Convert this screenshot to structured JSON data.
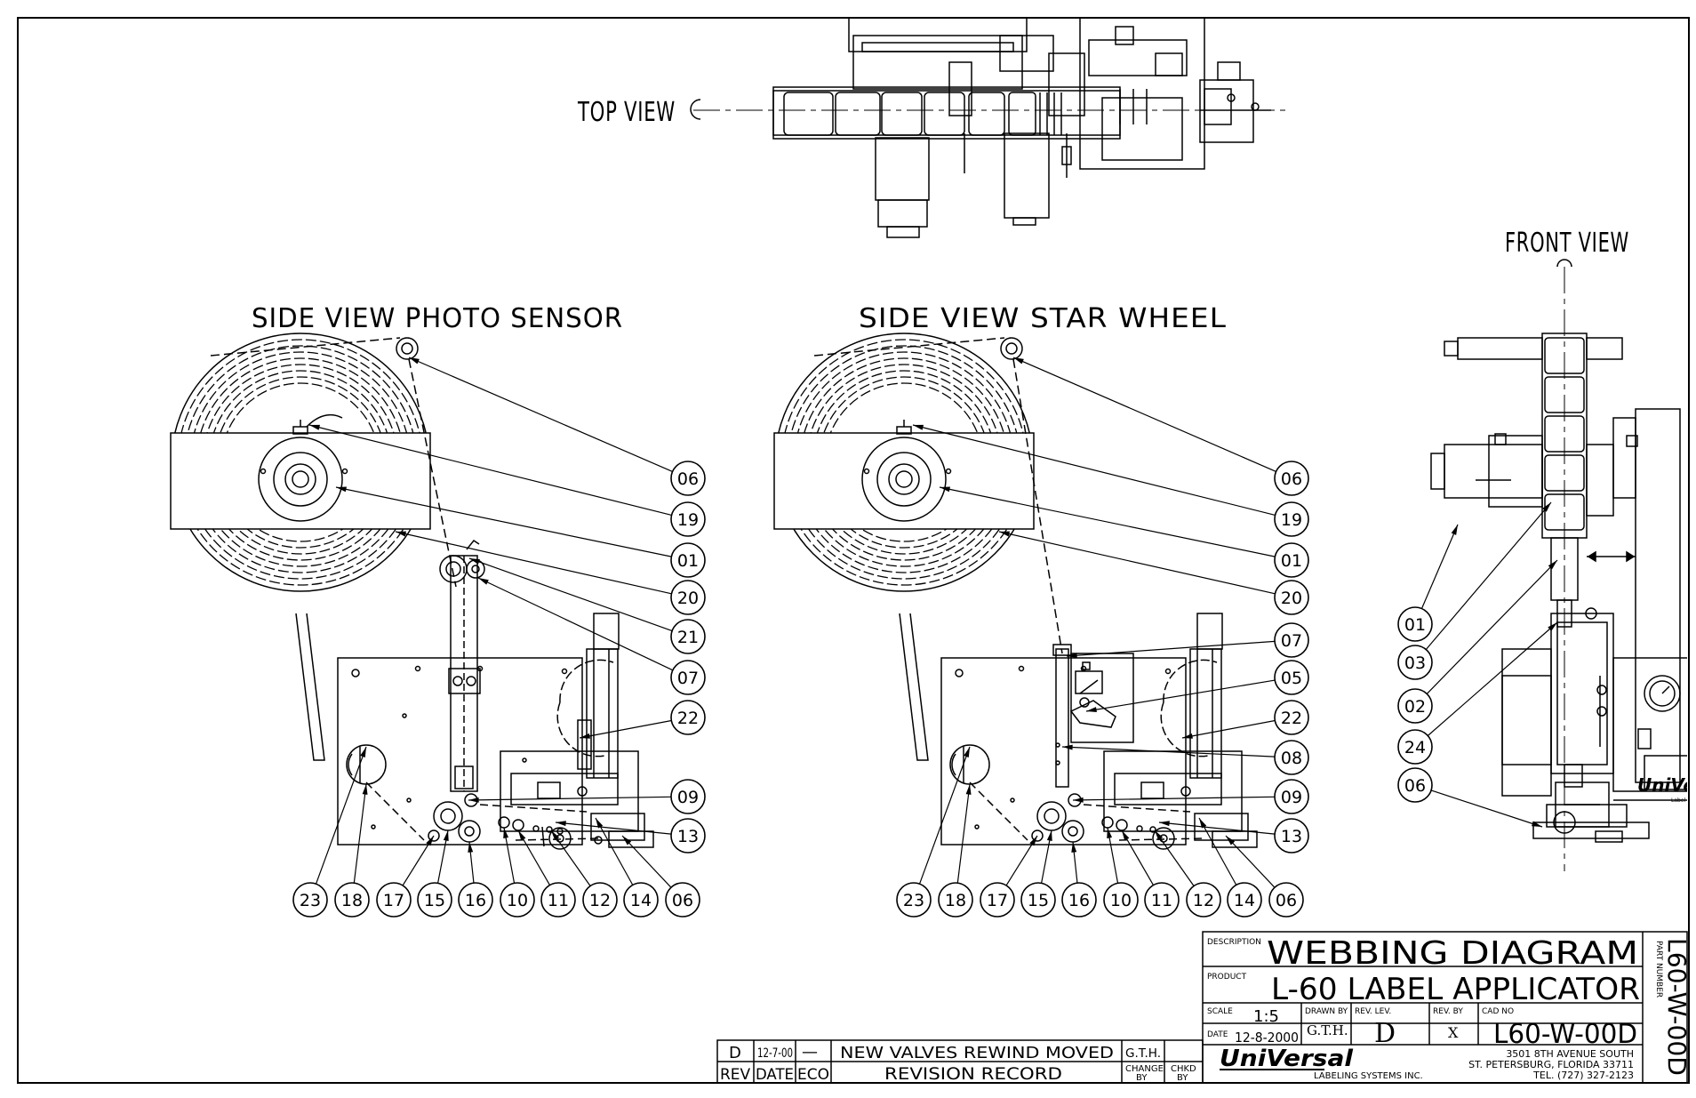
{
  "views": {
    "top": "TOP VIEW",
    "front": "FRONT VIEW",
    "photo": "SIDE VIEW PHOTO SENSOR",
    "star": "SIDE VIEW STAR WHEEL"
  },
  "callouts": {
    "photo_right": [
      "06",
      "19",
      "01",
      "20",
      "21",
      "07",
      "22",
      "09",
      "13"
    ],
    "star_right": [
      "06",
      "19",
      "01",
      "20",
      "07",
      "05",
      "22",
      "08",
      "09",
      "13"
    ],
    "bottom": [
      "23",
      "18",
      "17",
      "15",
      "16",
      "10",
      "11",
      "12",
      "14",
      "06"
    ],
    "front": [
      "01",
      "03",
      "02",
      "24",
      "06"
    ]
  },
  "title_block": {
    "description_label": "DESCRIPTION",
    "description": "WEBBING  DIAGRAM",
    "product_label": "PRODUCT",
    "product": "L-60  LABEL  APPLICATOR",
    "scale_label": "SCALE",
    "scale": "1:5",
    "drawn_by_label": "DRAWN BY",
    "drawn_by": "G.T.H.",
    "rev_lev_label": "REV. LEV.",
    "rev_lev": "D",
    "rev_by_label": "REV. BY",
    "rev_by": "X",
    "cad_no_label": "CAD NO",
    "cad_no": "L60-W-00D",
    "date_label": "DATE",
    "date": "12-8-2000",
    "part_number_label": "PART NUMBER",
    "part_number": "L60-W-00D",
    "company_logo": "UniVersal",
    "company_sub": "LABELING SYSTEMS INC.",
    "address1": "3501 8TH AVENUE SOUTH",
    "address2": "ST. PETERSBURG, FLORIDA 33711",
    "phone": "TEL. (727) 327-2123"
  },
  "revision": {
    "rev": "D",
    "date": "12-7-00",
    "eco": "—",
    "text": "NEW  VALVES  REWIND  MOVED",
    "change_by": "G.T.H.",
    "labels": {
      "rev": "REV",
      "date": "DATE",
      "eco": "ECO",
      "record": "REVISION  RECORD",
      "change": "CHANGE",
      "by": "BY",
      "chkd": "CHKD",
      "chkd_by": "BY"
    }
  },
  "front_logo": "UniVe",
  "front_logo_sub": "Label"
}
